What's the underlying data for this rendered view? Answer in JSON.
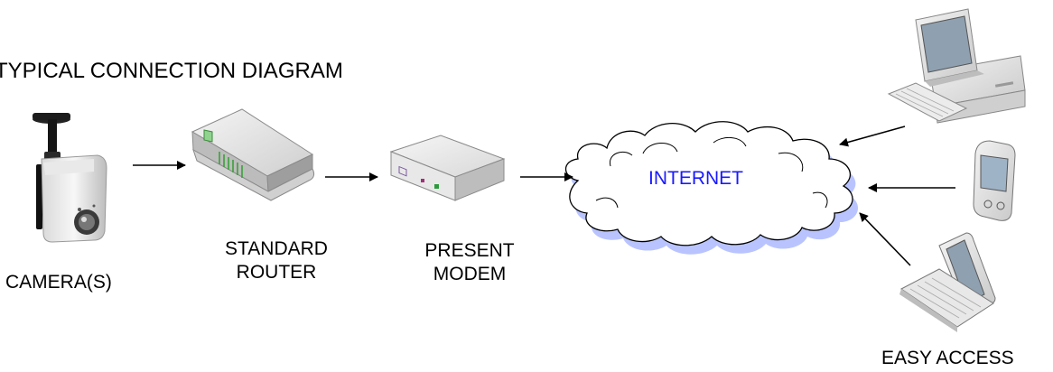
{
  "diagram": {
    "title": "TYPICAL CONNECTION DIAGRAM",
    "nodes": {
      "camera": {
        "label": "CAMERA(S)",
        "icon": "security-camera-icon"
      },
      "router": {
        "label_lines": [
          "STANDARD",
          "ROUTER"
        ],
        "icon": "router-icon"
      },
      "modem": {
        "label_lines": [
          "PRESENT",
          "MODEM"
        ],
        "icon": "modem-icon"
      },
      "internet": {
        "label": "INTERNET",
        "icon": "cloud-icon"
      },
      "desktop": {
        "icon": "desktop-computer-icon"
      },
      "pda": {
        "icon": "pda-icon"
      },
      "laptop": {
        "icon": "laptop-icon"
      },
      "access": {
        "label": "EASY ACCESS"
      }
    },
    "edges": [
      {
        "from": "camera",
        "to": "router"
      },
      {
        "from": "router",
        "to": "modem"
      },
      {
        "from": "modem",
        "to": "internet"
      },
      {
        "from": "desktop",
        "to": "internet"
      },
      {
        "from": "pda",
        "to": "internet"
      },
      {
        "from": "laptop",
        "to": "internet"
      }
    ],
    "colors": {
      "internet_text": "#1a1aff",
      "cloud_shadow": "#b9c4ff",
      "line": "#000000"
    }
  }
}
